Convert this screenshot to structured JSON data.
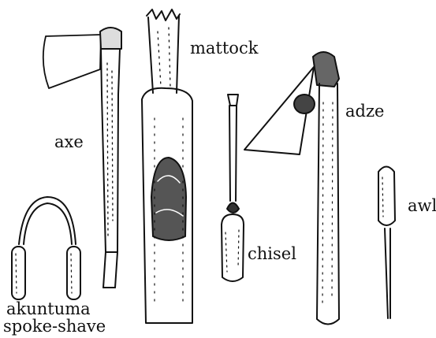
{
  "figure": {
    "labels": {
      "axe": "axe",
      "mattock": "mattock",
      "chisel": "chisel",
      "adze": "adze",
      "awl": "awl",
      "akuntuma": "akuntuma",
      "spoke_shave": "spoke-shave"
    },
    "ink_color": "#111111",
    "background_color": "#ffffff"
  }
}
